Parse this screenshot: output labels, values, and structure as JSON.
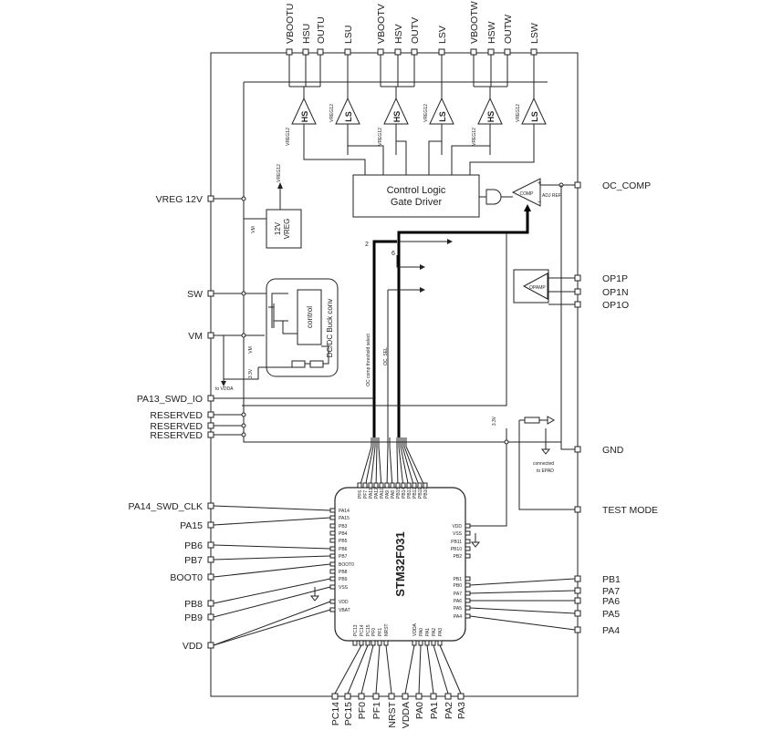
{
  "top_pins": [
    "VBOOTU",
    "HSU",
    "OUTU",
    "LSU",
    "VBOOTV",
    "HSV",
    "OUTV",
    "LSV",
    "VBOOTW",
    "HSW",
    "OUTW",
    "LSW"
  ],
  "left_pins": [
    "VREG 12V",
    "SW",
    "VM",
    "PA13_SWD_IO",
    "RESERVED",
    "RESERVED",
    "RESERVED",
    "PA14_SWD_CLK",
    "PA15",
    "PB6",
    "PB7",
    "BOOT0",
    "PB8",
    "PB9",
    "VDD"
  ],
  "right_pins": [
    "OC_COMP",
    "OP1P",
    "OP1N",
    "OP1O",
    "GND",
    "TEST MODE",
    "PB1",
    "PA7",
    "PA6",
    "PA5",
    "PA4"
  ],
  "bottom_pins": [
    "PC14",
    "PC15",
    "PF0",
    "PF1",
    "NRST",
    "VDDA",
    "PA0",
    "PA1",
    "PA2",
    "PA3"
  ],
  "blocks": {
    "control_logic_line1": "Control Logic",
    "control_logic_line2": "Gate Driver",
    "vreg_line1": "12V",
    "vreg_line2": "VREG",
    "vreg_vm": "VM",
    "buck_label": "DC/DC Buck conv",
    "buck_control": "control",
    "comp_label": "COMP",
    "adj_ref": "ADJ REF",
    "opamp_label": "OPAMP",
    "mcu_name": "STM32F031"
  },
  "driver_labels": {
    "hs": "HS",
    "ls": "LS",
    "vreg12": "VREG12"
  },
  "annotations": {
    "vreg12_top": "VREG12",
    "to_vdda": "to VDDA",
    "v33_left": "3.3V",
    "vm_left": "VM",
    "v33_right": "3.3V",
    "connected_to": "connected",
    "to_epad": "to EPAD",
    "bus2": "2",
    "bus6": "6",
    "oc_threshold": "OC comp threshold select",
    "oc_sel": "OC_SEL"
  },
  "mcu_pins": {
    "top": [
      "PF6",
      "PF7",
      "PA11",
      "PA12",
      "PA10",
      "PA9",
      "PA8",
      "PB15",
      "PB14",
      "PB13",
      "PB12",
      "PB11",
      "PB10"
    ],
    "left": [
      "PA14",
      "PA15",
      "PB3",
      "PB4",
      "PB5",
      "PB6",
      "PB7",
      "BOOT0",
      "PB8",
      "PB9",
      "VSS",
      "VDD",
      "VBAT"
    ],
    "right": [
      "VDD",
      "VSS",
      "PB11",
      "PB10",
      "PB2",
      "PB1",
      "PB0",
      "PA7",
      "PA6",
      "PA5",
      "PA4"
    ],
    "bottom": [
      "PC13",
      "PC14",
      "PC15",
      "PF0",
      "PF1",
      "NRST",
      "VDDA",
      "PA0",
      "PA1",
      "PA2",
      "PA3"
    ]
  }
}
